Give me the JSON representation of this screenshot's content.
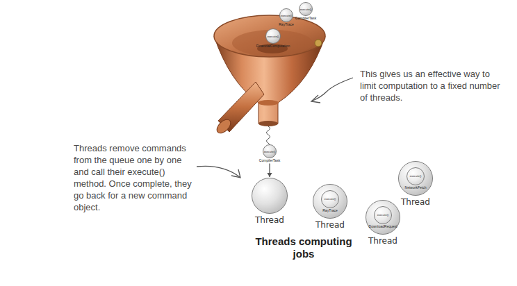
{
  "diagram": {
    "nodes": [
      {
        "text": [
          "execute()",
          "CompilerTask"
        ]
      },
      {
        "text": [
          "execute()",
          "RayTrace"
        ]
      },
      {
        "text": [
          "execute()",
          "FinancialComputation"
        ]
      },
      {
        "text": [
          "execute()",
          "CompilerTask"
        ]
      },
      {
        "text": [
          "Thread"
        ]
      },
      {
        "text": [
          "Thread"
        ]
      },
      {
        "text": [
          "execute()",
          "RayTrace"
        ],
        "in": 5
      },
      {
        "text": [
          "Thread"
        ]
      },
      {
        "text": [
          "execute()",
          "DownloadRequest"
        ],
        "in": 7
      },
      {
        "text": [
          "Thread"
        ]
      },
      {
        "text": [
          "execute()",
          "NetworkFetch"
        ],
        "in": 9
      }
    ],
    "edges": [
      {
        "from": 3,
        "to": 4,
        "arrow": "to"
      }
    ],
    "labels": [
      "This gives us an effective way to limit computation to a fixed number of threads.",
      "Threads remove commands from the queue one by one and call their execute() method. Once complete, they go back for a new command object.",
      "Threads computing jobs"
    ]
  }
}
